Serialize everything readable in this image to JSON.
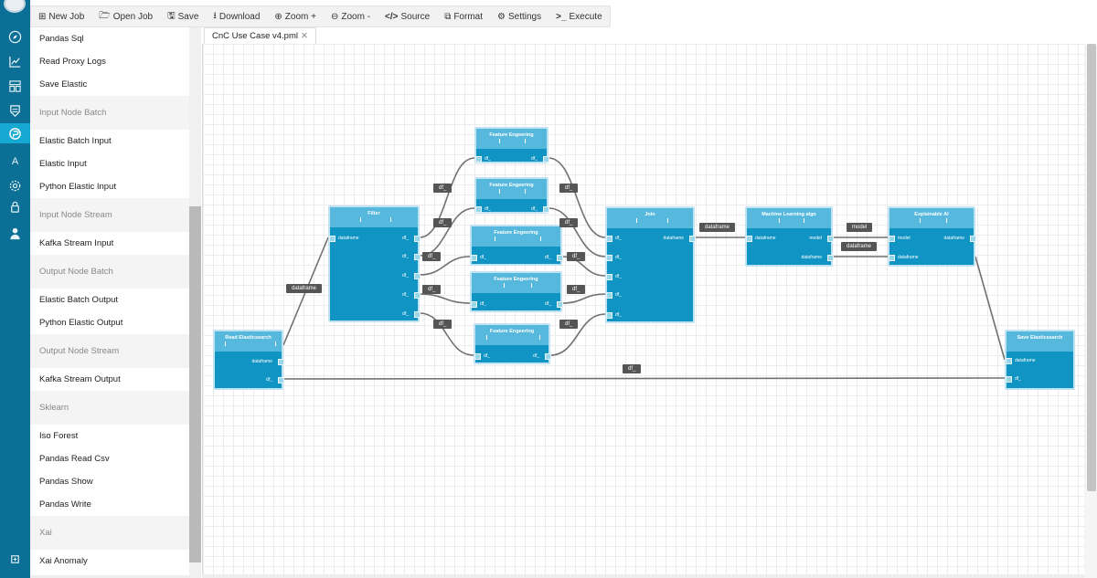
{
  "toolbar": {
    "new_job": "New Job",
    "open_job": "Open Job",
    "save": "Save",
    "download": "Download",
    "zoom_in": "Zoom +",
    "zoom_out": "Zoom -",
    "source": "Source",
    "format": "Format",
    "settings": "Settings",
    "execute": "Execute"
  },
  "sidebar": {
    "items": [
      {
        "type": "item",
        "label": "Pandas Sql"
      },
      {
        "type": "item",
        "label": "Read Proxy Logs"
      },
      {
        "type": "item",
        "label": "Save Elastic"
      },
      {
        "type": "category",
        "label": "Input Node Batch"
      },
      {
        "type": "item",
        "label": "Elastic Batch Input"
      },
      {
        "type": "item",
        "label": "Elastic Input"
      },
      {
        "type": "item",
        "label": "Python Elastic Input"
      },
      {
        "type": "category",
        "label": "Input Node Stream"
      },
      {
        "type": "item",
        "label": "Kafka Stream Input"
      },
      {
        "type": "category",
        "label": "Output Node Batch"
      },
      {
        "type": "item",
        "label": "Elastic Batch Output"
      },
      {
        "type": "item",
        "label": "Python Elastic Output"
      },
      {
        "type": "category",
        "label": "Output Node Stream"
      },
      {
        "type": "item",
        "label": "Kafka Stream Output"
      },
      {
        "type": "category",
        "label": "Sklearn"
      },
      {
        "type": "item",
        "label": "Iso Forest"
      },
      {
        "type": "item",
        "label": "Pandas Read Csv"
      },
      {
        "type": "item",
        "label": "Pandas Show"
      },
      {
        "type": "item",
        "label": "Pandas Write"
      },
      {
        "type": "category",
        "label": "Xai"
      },
      {
        "type": "item",
        "label": "Xai Anomaly"
      }
    ]
  },
  "tab": {
    "label": "CnC Use Case v4.pml",
    "close": "✕"
  },
  "rail": {
    "letter": "A"
  },
  "nodes": {
    "read_es": {
      "title": "Read Elasticsearch",
      "ports": [
        "dataframe",
        "df_"
      ]
    },
    "filter": {
      "title": "Filter",
      "ports": [
        "dataframe",
        "df_",
        "df_",
        "df_",
        "df_",
        "df_"
      ]
    },
    "fe1": {
      "title": "Feature Engeering",
      "ports": [
        "df_",
        "df_"
      ]
    },
    "fe2": {
      "title": "Feature Engeering",
      "ports": [
        "df_",
        "df_"
      ]
    },
    "fe3": {
      "title": "Feature Engeering",
      "ports": [
        "df_",
        "df_"
      ]
    },
    "fe4": {
      "title": "Feature Engeering",
      "ports": [
        "df_",
        "df_"
      ]
    },
    "fe5": {
      "title": "Feature Engeering",
      "ports": [
        "df_",
        "df_"
      ]
    },
    "join": {
      "title": "Join",
      "ports": [
        "df_",
        "df_",
        "df_",
        "df_",
        "df_",
        "df_",
        "dataframe"
      ]
    },
    "ml": {
      "title": "Machine Learning algo",
      "ports": [
        "dataframe",
        "model",
        "dataframe"
      ]
    },
    "xai": {
      "title": "Explainable AI",
      "ports": [
        "model",
        "dataframe",
        "dataframe"
      ]
    },
    "save_es": {
      "title": "Save Elasticsearch",
      "ports": [
        "dataframe",
        "df_"
      ]
    }
  },
  "edge_labels": {
    "e1": "dataframe",
    "e2": "df_",
    "e3": "df_",
    "e4": "df_",
    "e5": "df_",
    "e6": "df_",
    "e7": "df_",
    "e8": "df_",
    "e9": "df_",
    "e10": "df_",
    "e11": "df_",
    "e12": "dataframe",
    "e13": "model",
    "e14": "dataframe",
    "e15": "df_"
  }
}
